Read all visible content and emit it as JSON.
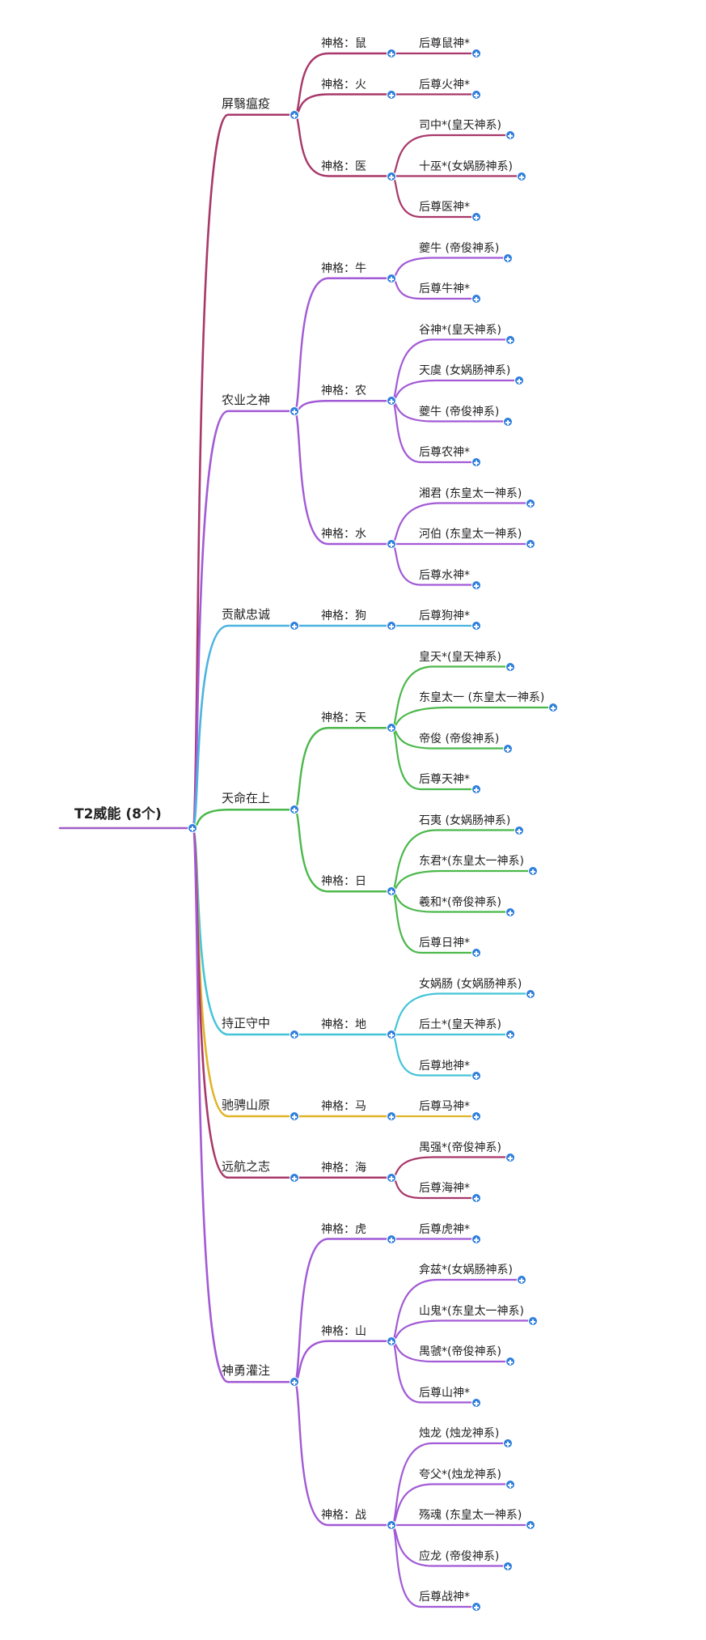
{
  "root": {
    "label": "T2威能 (8个)",
    "color": "#a05ec8"
  },
  "branches": [
    {
      "label": "屏翳瘟疫",
      "color": "#a8386a",
      "groups": [
        {
          "label": "神格：鼠",
          "leaves": [
            "后尊鼠神*"
          ]
        },
        {
          "label": "神格：火",
          "leaves": [
            "后尊火神*"
          ]
        },
        {
          "label": "神格：医",
          "leaves": [
            "司中*(皇天神系)",
            "十巫*(女娲肠神系)",
            "后尊医神*"
          ]
        }
      ]
    },
    {
      "label": "农业之神",
      "color": "#a25ad6",
      "groups": [
        {
          "label": "神格：牛",
          "leaves": [
            "夔牛 (帝俊神系)",
            "后尊牛神*"
          ]
        },
        {
          "label": "神格：农",
          "leaves": [
            "谷神*(皇天神系)",
            "天虞 (女娲肠神系)",
            "夔牛 (帝俊神系)",
            "后尊农神*"
          ]
        },
        {
          "label": "神格：水",
          "leaves": [
            "湘君 (东皇太一神系)",
            "河伯 (东皇太一神系)",
            "后尊水神*"
          ]
        }
      ]
    },
    {
      "label": "贡献忠诚",
      "color": "#4cb4e0",
      "groups": [
        {
          "label": "神格：狗",
          "leaves": [
            "后尊狗神*"
          ]
        }
      ]
    },
    {
      "label": "天命在上",
      "color": "#4cb84c",
      "groups": [
        {
          "label": "神格：天",
          "leaves": [
            "皇天*(皇天神系)",
            "东皇太一 (东皇太一神系)",
            "帝俊 (帝俊神系)",
            "后尊天神*"
          ]
        },
        {
          "label": "神格：日",
          "leaves": [
            "石夷 (女娲肠神系)",
            "东君*(东皇太一神系)",
            "羲和*(帝俊神系)",
            "后尊日神*"
          ]
        }
      ]
    },
    {
      "label": "持正守中",
      "color": "#44c4d8",
      "groups": [
        {
          "label": "神格：地",
          "leaves": [
            "女娲肠 (女娲肠神系)",
            "后土*(皇天神系)",
            "后尊地神*"
          ]
        }
      ]
    },
    {
      "label": "驰骋山原",
      "color": "#e0b428",
      "groups": [
        {
          "label": "神格：马",
          "leaves": [
            "后尊马神*"
          ]
        }
      ]
    },
    {
      "label": "远航之志",
      "color": "#a8386a",
      "groups": [
        {
          "label": "神格：海",
          "leaves": [
            "禺强*(帝俊神系)",
            "后尊海神*"
          ]
        }
      ]
    },
    {
      "label": "神勇灌注",
      "color": "#a25ad6",
      "groups": [
        {
          "label": "神格：虎",
          "leaves": [
            "后尊虎神*"
          ]
        },
        {
          "label": "神格：山",
          "leaves": [
            "弇兹*(女娲肠神系)",
            "山鬼*(东皇太一神系)",
            "禺虢*(帝俊神系)",
            "后尊山神*"
          ]
        },
        {
          "label": "神格：战",
          "leaves": [
            "烛龙 (烛龙神系)",
            "夸父*(烛龙神系)",
            "殇魂 (东皇太一神系)",
            "应龙 (帝俊神系)",
            "后尊战神*"
          ]
        }
      ]
    }
  ]
}
